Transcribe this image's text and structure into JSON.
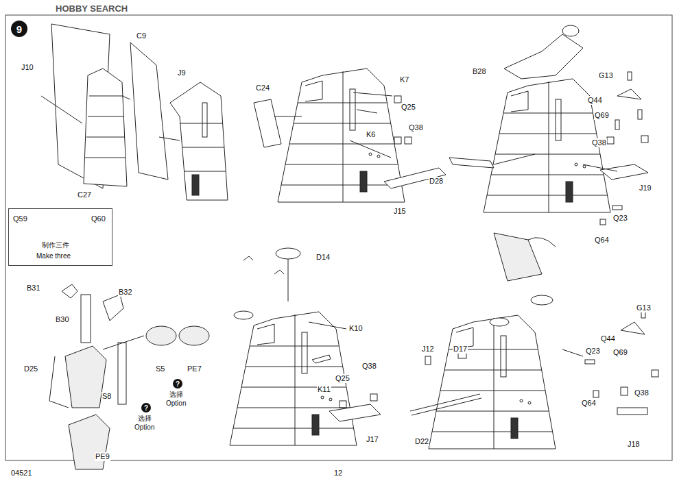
{
  "diagram": {
    "nodes": [
      {
        "text": [
          "9"
        ]
      },
      {
        "text": [
          "Q59",
          "Q60",
          "制作三件",
          "Make three"
        ]
      },
      {
        "text": [
          "?",
          "选择",
          "Option"
        ]
      },
      {
        "text": [
          "?",
          "选择",
          "Option"
        ]
      }
    ],
    "labels": [
      "HOBBY SEARCH",
      "J10",
      "C9",
      "J9",
      "C27",
      "C24",
      "K7",
      "Q25",
      "K6",
      "Q38",
      "J15",
      "B28",
      "G13",
      "Q44",
      "Q69",
      "Q38",
      "J19",
      "D28",
      "Q23",
      "Q64",
      "B31",
      "B32",
      "B30",
      "D25",
      "S5",
      "PE7",
      "S8",
      "PE9",
      "D14",
      "K10",
      "K11",
      "Q25",
      "Q38",
      "J17",
      "G13",
      "Q44",
      "Q23",
      "Q69",
      "Q38",
      "J12",
      "D17",
      "D22",
      "Q64",
      "J18",
      "04521",
      "12"
    ]
  }
}
